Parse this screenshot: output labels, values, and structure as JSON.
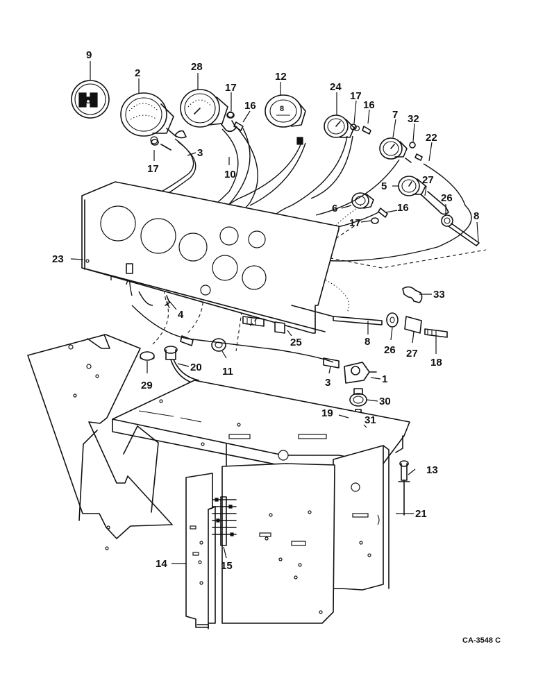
{
  "diagram": {
    "drawing_code": "CA-3548 C",
    "callouts": {
      "c1": "1",
      "c2": "2",
      "c3a": "3",
      "c3b": "3",
      "c4": "4",
      "c5": "5",
      "c6": "6",
      "c7": "7",
      "c8a": "8",
      "c8b": "8",
      "c9": "9",
      "c10": "10",
      "c11": "11",
      "c12": "12",
      "c13": "13",
      "c14": "14",
      "c15": "15",
      "c16a": "16",
      "c16b": "16",
      "c16c": "16",
      "c17a": "17",
      "c17b": "17",
      "c17c": "17",
      "c17d": "17",
      "c18": "18",
      "c19": "19",
      "c20": "20",
      "c21": "21",
      "c22": "22",
      "c23": "23",
      "c24": "24",
      "c25": "25",
      "c26a": "26",
      "c26b": "26",
      "c27a": "27",
      "c27b": "27",
      "c28": "28",
      "c29": "29",
      "c30": "30",
      "c31": "31",
      "c32": "32",
      "c33": "33"
    },
    "colors": {
      "ink": "#111111",
      "paper": "#ffffff"
    }
  }
}
